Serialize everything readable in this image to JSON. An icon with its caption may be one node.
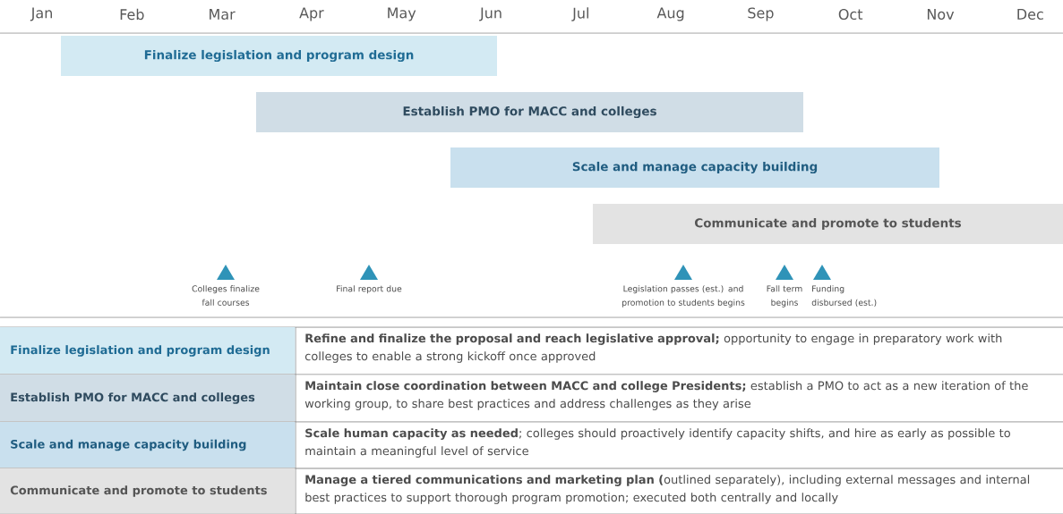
{
  "diagram": {
    "nodes": [
      {
        "text": [
          "Finalize legislation and program design"
        ]
      },
      {
        "text": [
          "Establish PMO for MACC and colleges"
        ]
      },
      {
        "text": [
          "Scale and manage capacity building"
        ]
      },
      {
        "text": [
          "Communicate and promote to students"
        ]
      },
      {
        "text": [
          "Colleges finalize fall courses"
        ]
      },
      {
        "text": [
          "Final report due"
        ]
      },
      {
        "text": [
          "Legislation passes (est.) and promotion to students begins"
        ]
      },
      {
        "text": [
          "Fall term begins"
        ]
      },
      {
        "text": [
          "Funding disbursed (est.)"
        ]
      },
      {
        "text": [
          "Finalize legislation and program design"
        ]
      },
      {
        "text": [
          "Establish PMO for MACC and colleges"
        ]
      },
      {
        "text": [
          "Scale and manage capacity building"
        ]
      },
      {
        "text": [
          "Communicate and promote to students"
        ]
      }
    ],
    "labels": [
      "Jan",
      "Feb",
      "Mar",
      "Apr",
      "May",
      "Jun",
      "Jul",
      "Aug",
      "Sep",
      "Oct",
      "Nov",
      "Dec",
      "**Refine and finalize the proposal and reach legislative approval;** opportunity to engage in preparatory work with colleges to enable a strong kickoff once approved",
      "**Maintain close coordination between MACC and college Presidents;** establish a PMO to act as a new iteration of the working group, to share best practices and address challenges as they arise",
      "**Scale human capacity as needed**; colleges should proactively identify capacity shifts, and hire as early as possible to maintain a meaningful level of service",
      "**Manage a tiered communications and marketing plan (**outlined separately), including external messages and internal best practices to support thorough program promotion; executed both centrally and locally"
    ]
  }
}
